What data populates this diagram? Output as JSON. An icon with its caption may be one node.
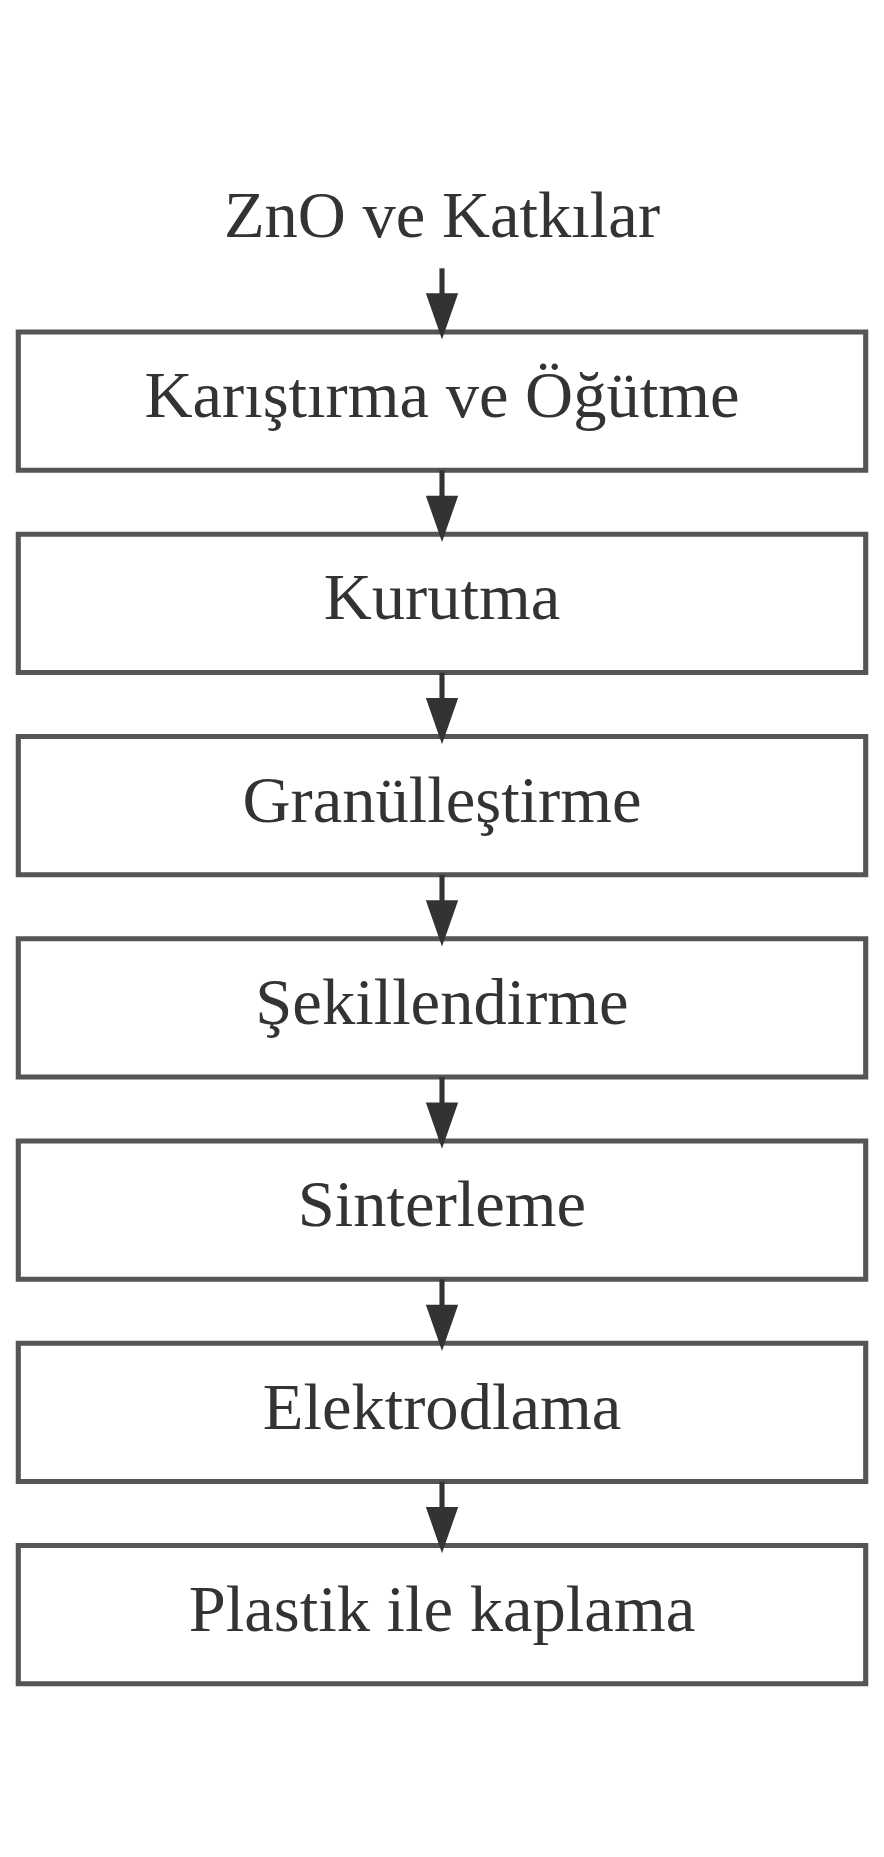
{
  "diagram": {
    "nodes": [
      {
        "text": [
          "ZnO ve Katkılar"
        ]
      },
      {
        "text": [
          "Karıştırma ve Öğütme"
        ]
      },
      {
        "text": [
          "Kurutma"
        ]
      },
      {
        "text": [
          "Granülleştirme"
        ]
      },
      {
        "text": [
          "Şekillendirme"
        ]
      },
      {
        "text": [
          "Sinterleme"
        ]
      },
      {
        "text": [
          "Elektrodlama"
        ]
      },
      {
        "text": [
          "Plastik ile kaplama"
        ]
      }
    ],
    "edges": [
      {
        "from": 0,
        "to": 1,
        "arrow": "to"
      },
      {
        "from": 1,
        "to": 2,
        "arrow": "to"
      },
      {
        "from": 2,
        "to": 3,
        "arrow": "to"
      },
      {
        "from": 3,
        "to": 4,
        "arrow": "to"
      },
      {
        "from": 4,
        "to": 5,
        "arrow": "to"
      },
      {
        "from": 5,
        "to": 6,
        "arrow": "to"
      },
      {
        "from": 6,
        "to": 7,
        "arrow": "to"
      }
    ]
  }
}
